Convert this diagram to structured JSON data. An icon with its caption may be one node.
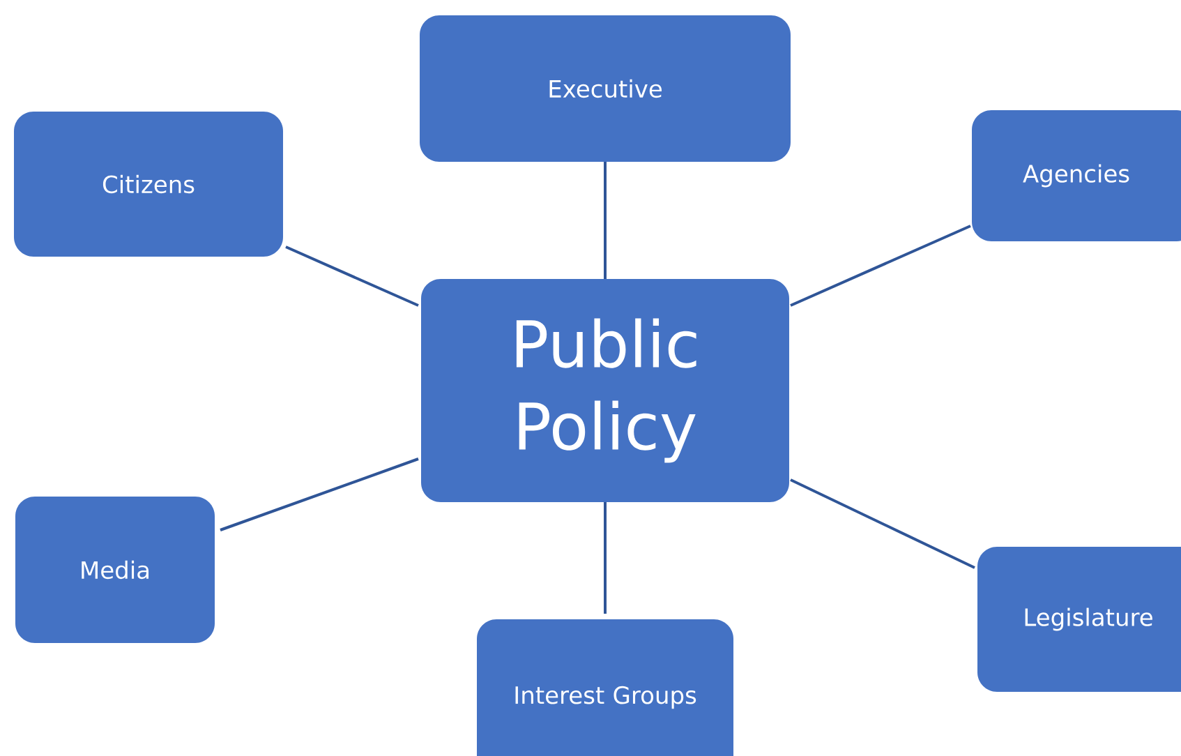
{
  "diagram": {
    "nodes": [
      {
        "text": [
          "Public Policy"
        ]
      },
      {
        "text": [
          "Executive"
        ]
      },
      {
        "text": [
          "Agencies"
        ]
      },
      {
        "text": [
          "Citizens"
        ]
      },
      {
        "text": [
          "Media"
        ]
      },
      {
        "text": [
          "Interest Groups"
        ]
      },
      {
        "text": [
          "Legislature"
        ]
      }
    ],
    "edges": [
      {
        "from": 0,
        "to": 1,
        "arrow": "none"
      },
      {
        "from": 0,
        "to": 2,
        "arrow": "none"
      },
      {
        "from": 0,
        "to": 3,
        "arrow": "none"
      },
      {
        "from": 0,
        "to": 4,
        "arrow": "none"
      },
      {
        "from": 0,
        "to": 5,
        "arrow": "none"
      },
      {
        "from": 0,
        "to": 6,
        "arrow": "none"
      }
    ]
  }
}
